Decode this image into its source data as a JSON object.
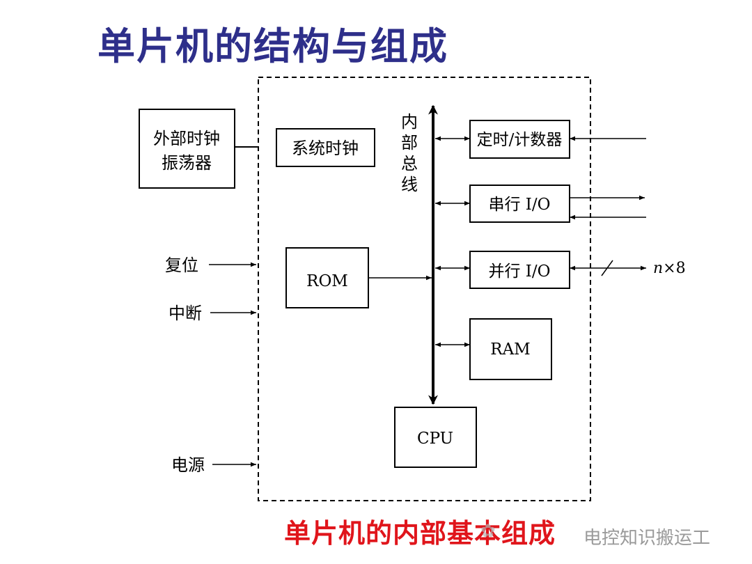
{
  "title": "单片机的结构与组成",
  "caption": "单片机的内部基本组成",
  "watermark": "电控知识搬运工",
  "watermark_icon": "wechat-icon",
  "diagram": {
    "external_clock_line1": "外部时钟",
    "external_clock_line2": "振荡器",
    "system_clock": "系统时钟",
    "bus_label": [
      "内",
      "部",
      "总",
      "线"
    ],
    "timer_counter": "定时/计数器",
    "serial_io": "串行 I/O",
    "parallel_io": "并行 I/O",
    "rom": "ROM",
    "ram": "RAM",
    "cpu": "CPU",
    "reset": "复位",
    "interrupt": "中断",
    "power": "电源",
    "parallel_width_n": "n",
    "parallel_width_rest": "×8"
  }
}
